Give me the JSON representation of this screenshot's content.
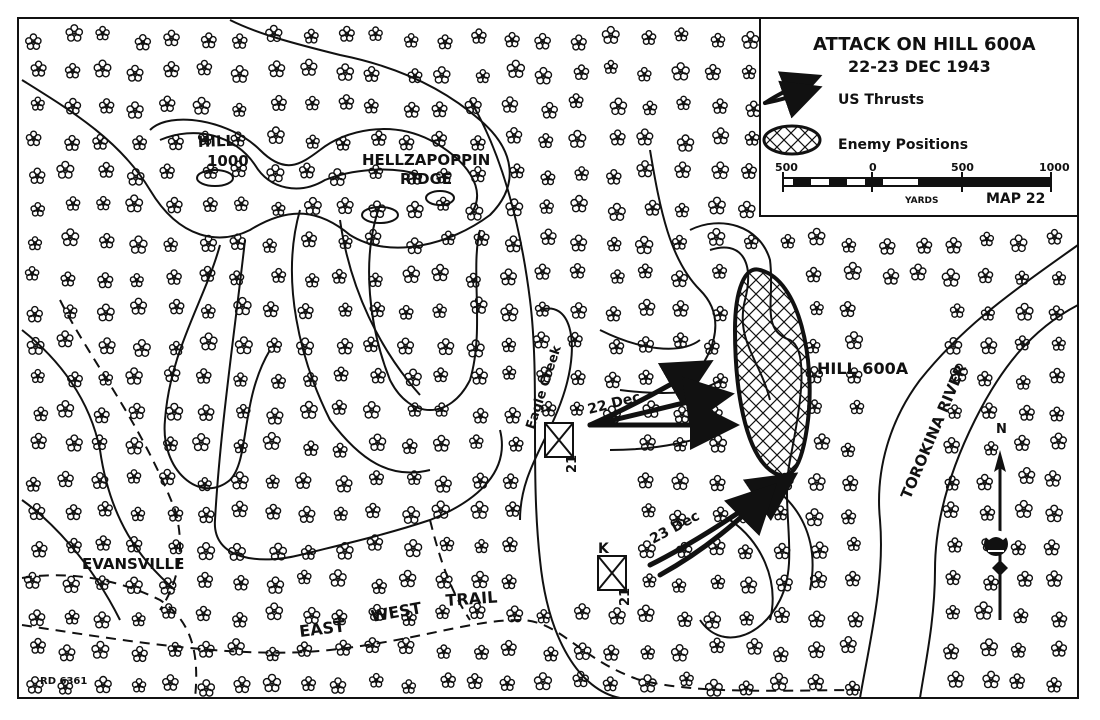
{
  "map": {
    "title": "ATTACK ON HILL 600A",
    "date_range": "22-23 DEC 1943",
    "map_label": "MAP 22",
    "identifier": "RD 6361",
    "north_label": "N"
  },
  "legend": {
    "us_thrusts": "US Thrusts",
    "enemy_positions": "Enemy Positions",
    "scale": {
      "unit": "YARDS",
      "labels": [
        "500",
        "0",
        "500",
        "1000"
      ]
    }
  },
  "places": {
    "hill_1000_line1": "HILL",
    "hill_1000_line2": "1000",
    "hellzapoppin_line1": "HELLZAPOPPIN",
    "hellzapoppin_line2": "RIDGE",
    "hill_600a": "HILL 600A",
    "evansville": "EVANSVILLE",
    "trail_east": "EAST",
    "trail_west": "WEST",
    "trail_trail": "TRAIL",
    "eagle_creek": "Eagle Creek",
    "torokina_river": "TOROKINA RIVER"
  },
  "units": {
    "unit_k": "K",
    "unit_21_upper": "21",
    "unit_21_lower": "21"
  },
  "dates": {
    "dec_22": "22 Dec",
    "dec_23": "23 Dec"
  },
  "colors": {
    "ink": "#111111",
    "paper": "#ffffff"
  }
}
